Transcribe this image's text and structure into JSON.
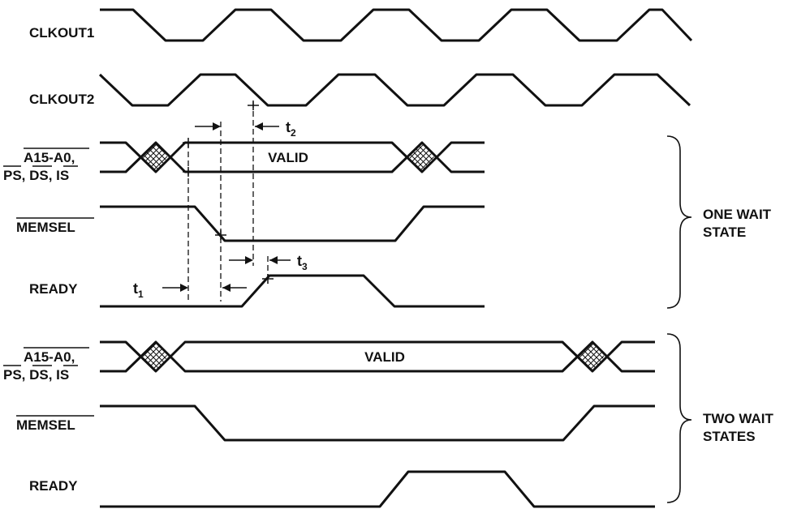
{
  "signals": {
    "clkout1": "CLKOUT1",
    "clkout2": "CLKOUT2",
    "addr_line1_one": "A15-A0,",
    "addr_line2_one": "PS, DS, IS",
    "memsel_one": "MEMSEL",
    "ready_one": "READY",
    "addr_line1_two": "A15-A0,",
    "addr_line2_two": "PS, DS, IS",
    "memsel_two": "MEMSEL",
    "ready_two": "READY"
  },
  "bus_labels": {
    "valid_one": "VALID",
    "valid_two": "VALID"
  },
  "groups": {
    "one_wait_l1": "ONE WAIT",
    "one_wait_l2": "STATE",
    "two_wait_l1": "TWO WAIT",
    "two_wait_l2": "STATES"
  },
  "timing": {
    "t1": "t",
    "t1_sub": "1",
    "t2": "t",
    "t2_sub": "2",
    "t3": "t",
    "t3_sub": "3"
  }
}
